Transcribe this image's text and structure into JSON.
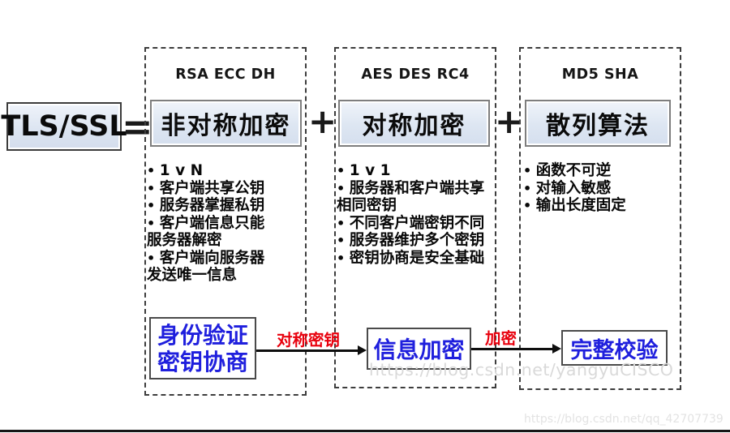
{
  "formula": {
    "tls_label": "TLS/SSL",
    "equals": "=",
    "plus1": "+",
    "plus2": "+"
  },
  "columns": [
    {
      "header": "RSA ECC DH",
      "box_label": "非对称加密",
      "bullets": [
        "1 v N",
        "客户端共享公钥",
        "服务器掌握私钥",
        "客户端信息只能\n服务器解密",
        "客户端向服务器\n发送唯一信息"
      ]
    },
    {
      "header": "AES DES RC4",
      "box_label": "对称加密",
      "bullets": [
        "1 v 1",
        "服务器和客户端共享\n相同密钥",
        "不同客户端密钥不同",
        "服务器维护多个密钥",
        "密钥协商是安全基础"
      ]
    },
    {
      "header": "MD5 SHA",
      "box_label": "散列算法",
      "bullets": [
        "函数不可逆",
        "对输入敏感",
        "输出长度固定"
      ]
    }
  ],
  "flow": {
    "step1": "身份验证\n密钥协商",
    "arrow1_label": "对称密钥",
    "step2": "信息加密",
    "arrow2_label": "加密",
    "step3": "完整校验"
  },
  "watermarks": {
    "middle": "https://blog.csdn.net/yangyuCISCO",
    "bottom_right": "https://blog.csdn.net/qq_42707739"
  },
  "colors": {
    "flow_text_blue": "#1f1fdd",
    "arrow_label_red": "#e8000d",
    "box_fill_light_blue": "#dde6f2",
    "dashed_border": "#3d3d3d",
    "watermark_gray": "#d9d9d9"
  }
}
